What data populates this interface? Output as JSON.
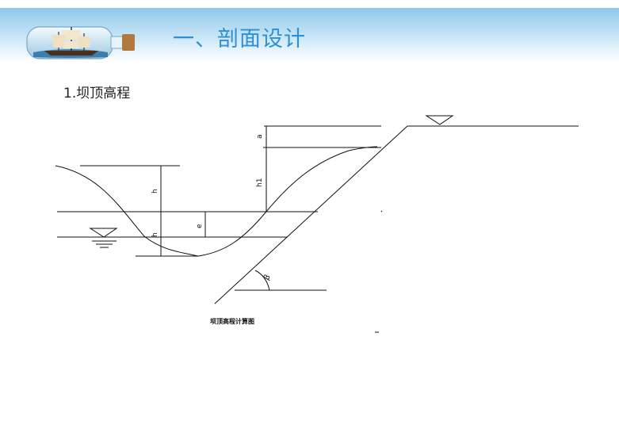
{
  "header": {
    "title": "一、剖面设计"
  },
  "section": {
    "heading": "1.坝顶高程"
  },
  "diagram": {
    "labels": {
      "a": "a",
      "h1": "h1",
      "h": "h",
      "e": "e",
      "hp": "h",
      "beta": "β"
    },
    "caption": "坝顶高程计算图"
  },
  "colors": {
    "title": "#2e8fd6",
    "line": "#111111"
  }
}
